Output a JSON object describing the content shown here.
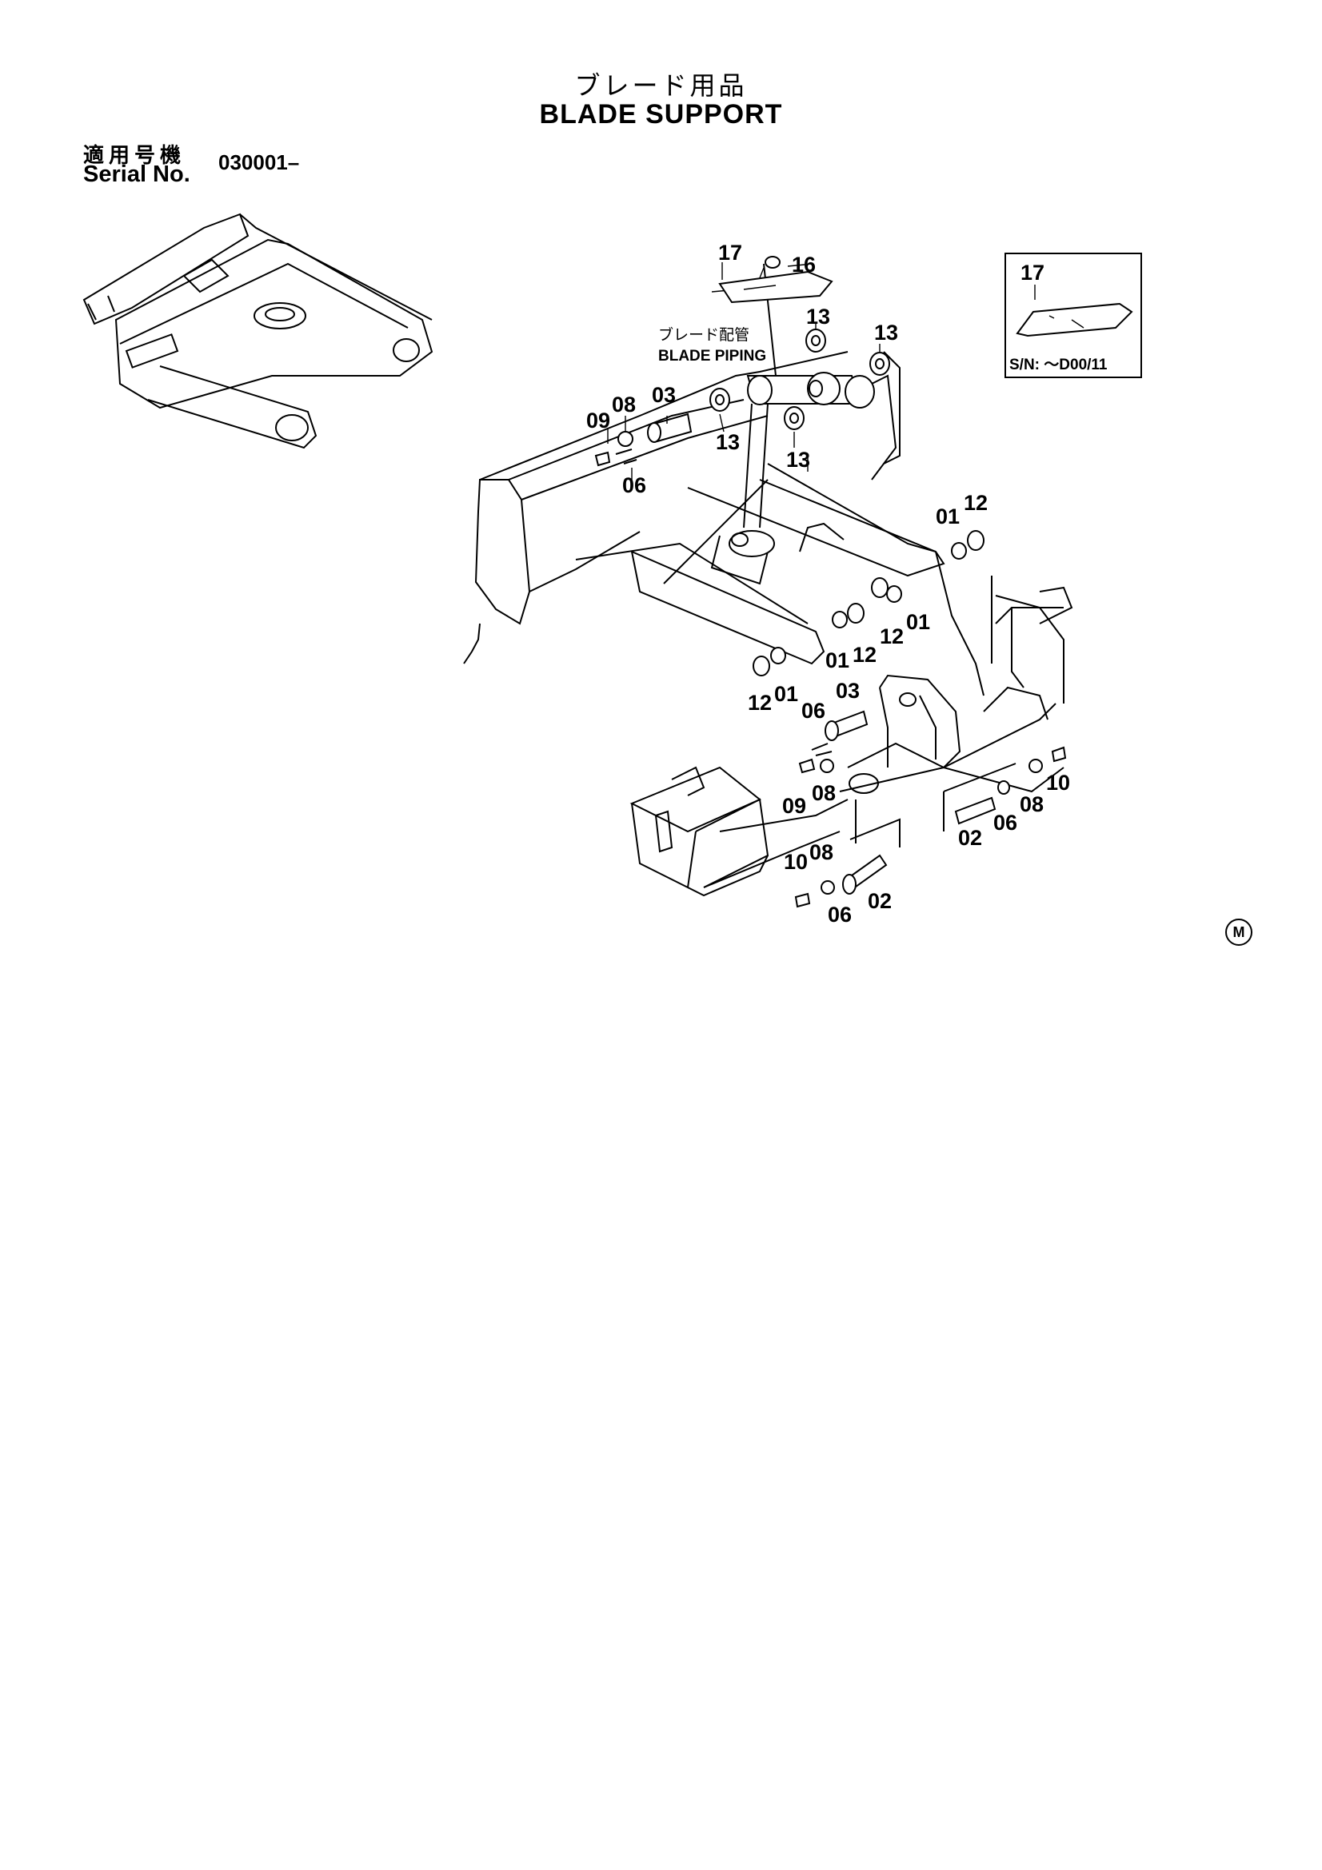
{
  "header": {
    "title_jp": "ブレード用品",
    "title_en": "BLADE SUPPORT"
  },
  "serial": {
    "label_jp": "適用号機",
    "label_en": "Serial No.",
    "value": "030001–"
  },
  "inset": {
    "part": "17",
    "serial_note": "S/N: ～D00/11"
  },
  "piping_note": {
    "jp": "ブレード配管",
    "en": "BLADE PIPING"
  },
  "callouts": [
    "17",
    "16",
    "13",
    "13",
    "13",
    "13",
    "09",
    "08",
    "03",
    "06",
    "01",
    "12",
    "01",
    "12",
    "01",
    "12",
    "12",
    "01",
    "06",
    "03",
    "09",
    "08",
    "10",
    "08",
    "06",
    "02",
    "10",
    "08",
    "06",
    "02"
  ],
  "corner_mark": "M"
}
